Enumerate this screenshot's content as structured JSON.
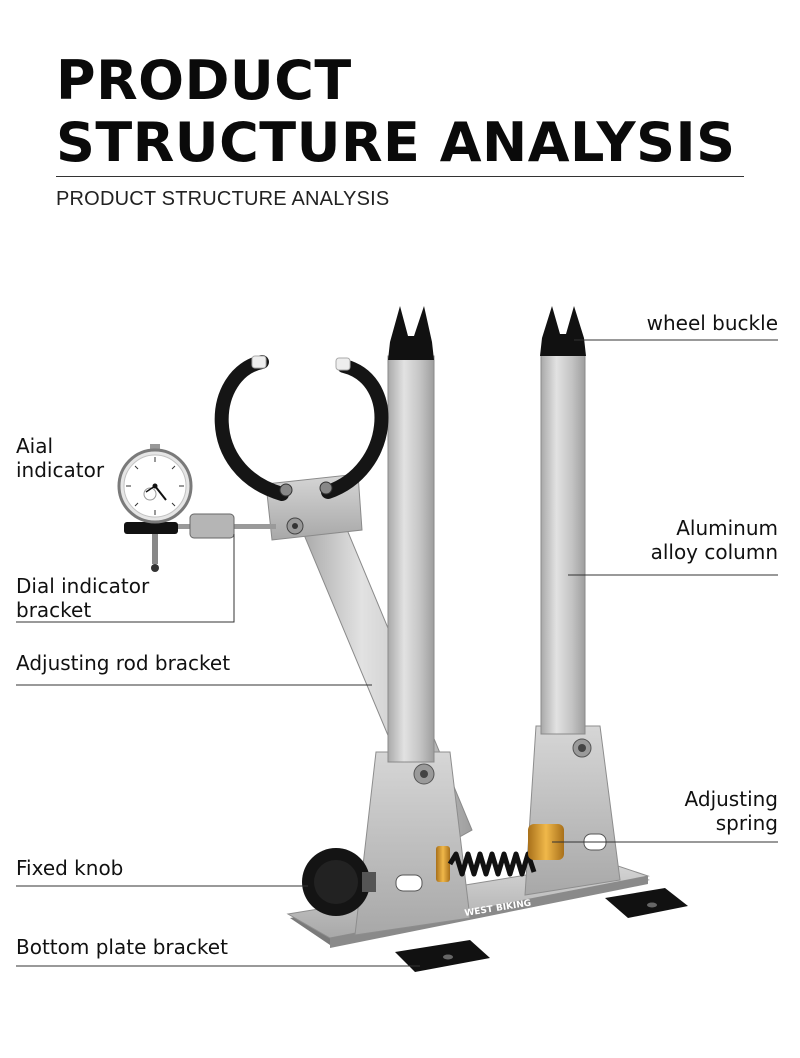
{
  "header": {
    "title_line1": "PRODUCT",
    "title_line2": "STRUCTURE ANALYSIS",
    "subtitle": "PRODUCT STRUCTURE ANALYSIS"
  },
  "labels": {
    "wheel_buckle": "wheel buckle",
    "dial_indicator_line1": "Aial",
    "dial_indicator_line2": "indicator",
    "aluminum_line1": "Aluminum",
    "aluminum_line2": "alloy column",
    "dial_bracket_line1": "Dial indicator",
    "dial_bracket_line2": "bracket",
    "adjusting_rod": "Adjusting rod bracket",
    "spring_line1": "Adjusting",
    "spring_line2": "spring",
    "fixed_knob": "Fixed knob",
    "bottom_plate": "Bottom plate bracket"
  },
  "product": {
    "brand_mark": "WEST BIKING"
  },
  "colors": {
    "aluminum": "#c9c9c9",
    "black_parts": "#111111",
    "brass": "#d69a2a",
    "leader_lines": "#333333"
  }
}
